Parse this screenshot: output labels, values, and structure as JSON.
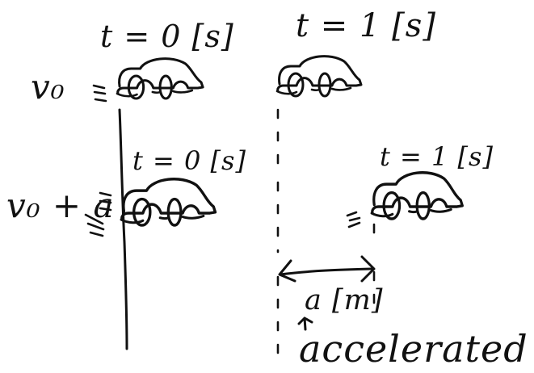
{
  "labels": {
    "top_left_time": "t = 0 [s]",
    "top_right_time": "t = 1 [s]",
    "middle_left_time": "t = 0 [s]",
    "middle_right_time": "t = 1 [s]",
    "initial_speed": "v₀",
    "accelerated_speed": "v₀ + a",
    "distance": "a [m]",
    "accelerated_note": "accelerated"
  },
  "icons": {
    "car": "car-icon",
    "motion_marks": "motion-marks-icon",
    "arrow": "arrow-icon"
  }
}
